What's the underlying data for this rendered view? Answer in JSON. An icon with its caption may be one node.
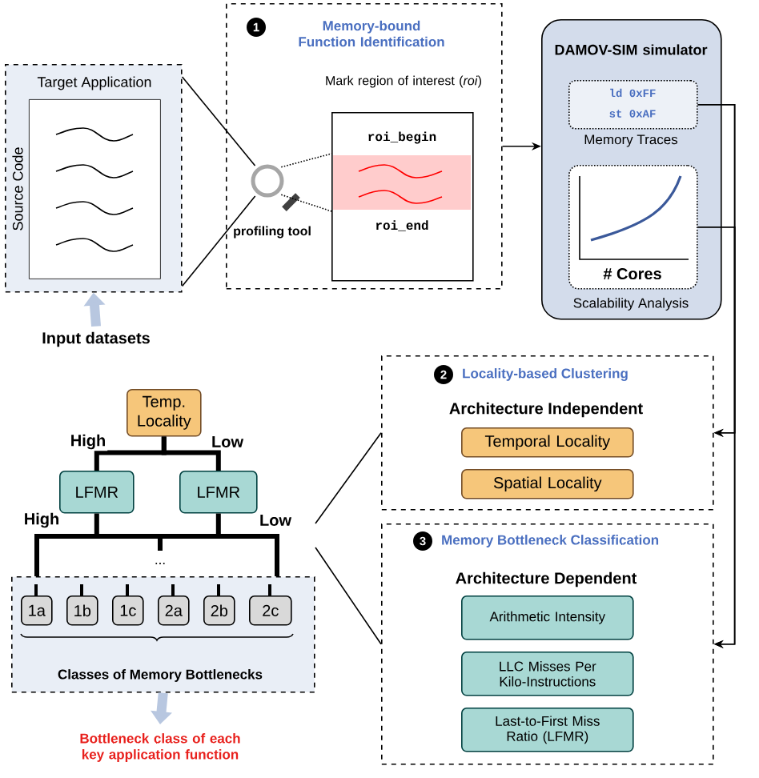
{
  "diagram": {
    "nodes": [
      {
        "text": [
          "Source Code"
        ]
      },
      {
        "text": [
          "Target Application"
        ],
        "in": 0
      },
      {
        "text": [
          "Input datasets"
        ]
      },
      {
        "text": [
          "1",
          "Memory-bound Function Identification",
          "Mark region of interest (*roi*)"
        ]
      },
      {
        "text": [],
        "shape": "picture",
        "beside": [
          "profiling tool"
        ],
        "in": 3
      },
      {
        "text": [
          "roi_begin",
          "roi_end"
        ],
        "in": 3
      },
      {
        "text": [
          "DAMOV-SIM simulator"
        ]
      },
      {
        "text": [
          "ld 0xFF",
          "st 0xAF"
        ],
        "beside": [
          "Memory Traces"
        ],
        "in": 6
      },
      {
        "text": [
          "# Cores"
        ],
        "beside": [
          "Scalability Analysis"
        ],
        "in": 6
      },
      {
        "text": [
          "2",
          "Locality-based Clustering",
          "Architecture Independent"
        ]
      },
      {
        "text": [
          "Temporal Locality"
        ],
        "in": 9
      },
      {
        "text": [
          "Spatial Locality"
        ],
        "in": 9
      },
      {
        "text": [
          "3",
          "Memory Bottleneck Classification",
          "Architecture Dependent"
        ]
      },
      {
        "text": [
          "Arithmetic Intensity"
        ],
        "in": 12
      },
      {
        "text": [
          "LLC Misses Per Kilo-Instructions"
        ],
        "in": 12
      },
      {
        "text": [
          "Last-to-First Miss Ratio (LFMR)"
        ],
        "in": 12
      },
      {
        "text": [
          "Temp. Locality"
        ]
      },
      {
        "text": [
          "LFMR"
        ]
      },
      {
        "text": [
          "LFMR"
        ]
      },
      {
        "text": [
          "Classes of Memory Bottlenecks"
        ]
      },
      {
        "text": [
          "1a"
        ],
        "in": 19
      },
      {
        "text": [
          "1b"
        ],
        "in": 19
      },
      {
        "text": [
          "1c"
        ],
        "in": 19
      },
      {
        "text": [
          "2a"
        ],
        "in": 19
      },
      {
        "text": [
          "2b"
        ],
        "in": 19
      },
      {
        "text": [
          "2c"
        ],
        "in": 19
      },
      {
        "text": [
          "Bottleneck class of each key application function"
        ]
      }
    ],
    "edges": [
      {
        "from": 0,
        "to": 4,
        "arrow": "none"
      },
      {
        "from": 0,
        "to": 4,
        "arrow": "none"
      },
      {
        "from": 2,
        "to": 0,
        "arrow": "to",
        "style": "thick",
        "color": "#b8c7e0"
      },
      {
        "from": 4,
        "to": 5,
        "arrow": "none",
        "style": "dashed"
      },
      {
        "from": 4,
        "to": 5,
        "arrow": "none",
        "style": "dashed"
      },
      {
        "from": 3,
        "to": 6,
        "arrow": "to"
      },
      {
        "from": 7,
        "to": 9,
        "arrow": "to"
      },
      {
        "from": 7,
        "to": 12,
        "arrow": "to"
      },
      {
        "from": 8,
        "to": 9,
        "arrow": "to"
      },
      {
        "from": 8,
        "to": 12,
        "arrow": "to"
      },
      {
        "from": 16,
        "to": 17,
        "arrow": "none",
        "label": "High",
        "style": "thick"
      },
      {
        "from": 16,
        "to": 18,
        "arrow": "none",
        "label": "Low",
        "style": "thick"
      },
      {
        "from": 17,
        "to": 19,
        "arrow": "none",
        "label": "High",
        "style": "thick"
      },
      {
        "from": 18,
        "to": 19,
        "arrow": "none",
        "label": "Low",
        "style": "thick"
      },
      {
        "from": 19,
        "to": 26,
        "arrow": "to",
        "style": "thick",
        "color": "#b8c7e0"
      },
      {
        "from": null,
        "to": 9,
        "arrow": "none"
      },
      {
        "from": null,
        "to": 12,
        "arrow": "none"
      }
    ],
    "labels": [
      "..."
    ]
  }
}
